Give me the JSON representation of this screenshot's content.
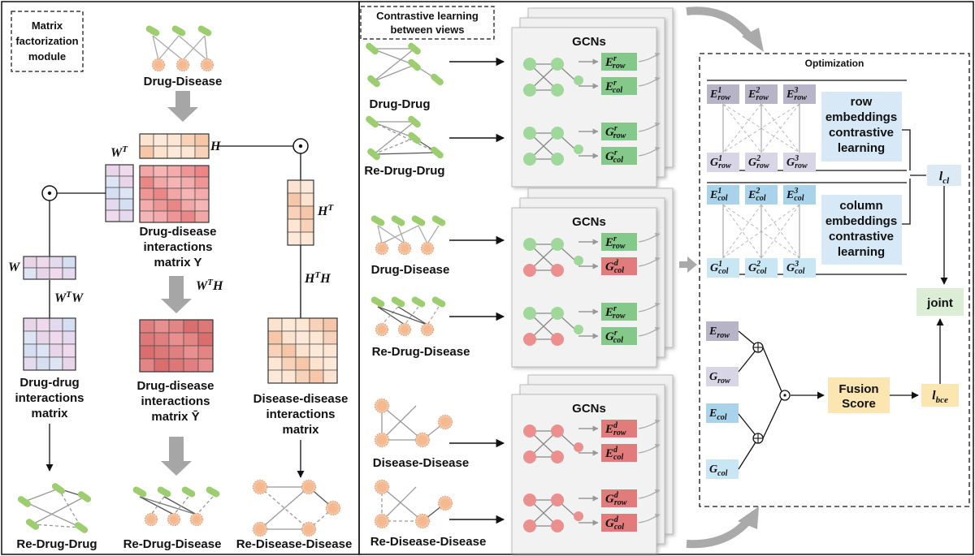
{
  "left_panel": {
    "module_label_line1": "Matrix",
    "module_label_line2": "factorization",
    "module_label_line3": "module",
    "drug_disease_label": "Drug-Disease",
    "h_label": "H",
    "wt_label": "W",
    "wt_sup": "T",
    "w_label": "W",
    "wtw_label": "W",
    "wtw_sup": "T",
    "wtw_tail": "W",
    "ht_label": "H",
    "ht_sup": "T",
    "wth_label": "W",
    "wth_sup": "T",
    "wth_tail": "H",
    "hth_label": "H",
    "hth_sup": "T",
    "hth_tail": "H",
    "y_matrix_line1": "Drug-disease",
    "y_matrix_line2": "interactions",
    "y_matrix_line3": "matrix Y",
    "ybar_line1": "Drug-disease",
    "ybar_line2": "interactions",
    "ybar_line3": "matrix Ȳ",
    "dd_matrix_line1": "Drug-drug",
    "dd_matrix_line2": "interactions",
    "dd_matrix_line3": "matrix",
    "dis_matrix_line1": "Disease-disease",
    "dis_matrix_line2": "interactions",
    "dis_matrix_line3": "matrix",
    "re_drug_drug": "Re-Drug-Drug",
    "re_drug_disease": "Re-Drug-Disease",
    "re_disease_disease": "Re-Disease-Disease"
  },
  "middle_panel": {
    "title_line1": "Contrastive learning",
    "title_line2": "between views",
    "drug_drug": "Drug-Drug",
    "re_drug_drug": "Re-Drug-Drug",
    "drug_disease": "Drug-Disease",
    "re_drug_disease": "Re-Drug-Disease",
    "disease_disease": "Disease-Disease",
    "re_disease_disease": "Re-Disease-Disease",
    "gcns_label": "GCNs",
    "stack1": [
      {
        "base": "E",
        "sup": "r",
        "sub": "row"
      },
      {
        "base": "E",
        "sup": "r",
        "sub": "col"
      },
      {
        "base": "G",
        "sup": "r",
        "sub": "row"
      },
      {
        "base": "G",
        "sup": "r",
        "sub": "col"
      }
    ],
    "stack2": [
      {
        "base": "E",
        "sup": "r",
        "sub": "row"
      },
      {
        "base": "G",
        "sup": "d",
        "sub": "col"
      },
      {
        "base": "E",
        "sup": "r",
        "sub": "row"
      },
      {
        "base": "G",
        "sup": "r",
        "sub": "col"
      }
    ],
    "stack3": [
      {
        "base": "E",
        "sup": "d",
        "sub": "row"
      },
      {
        "base": "E",
        "sup": "d",
        "sub": "col"
      },
      {
        "base": "G",
        "sup": "d",
        "sub": "row"
      },
      {
        "base": "G",
        "sup": "d",
        "sub": "col"
      }
    ]
  },
  "optimization": {
    "title": "Optimization",
    "row_top": [
      {
        "base": "E",
        "sup": "1",
        "sub": "row"
      },
      {
        "base": "E",
        "sup": "2",
        "sub": "row"
      },
      {
        "base": "E",
        "sup": "3",
        "sub": "row"
      }
    ],
    "row_bottom": [
      {
        "base": "G",
        "sup": "1",
        "sub": "row"
      },
      {
        "base": "G",
        "sup": "2",
        "sub": "row"
      },
      {
        "base": "G",
        "sup": "3",
        "sub": "row"
      }
    ],
    "col_top": [
      {
        "base": "E",
        "sup": "1",
        "sub": "col"
      },
      {
        "base": "E",
        "sup": "2",
        "sub": "col"
      },
      {
        "base": "E",
        "sup": "3",
        "sub": "col"
      }
    ],
    "col_bottom": [
      {
        "base": "G",
        "sup": "1",
        "sub": "col"
      },
      {
        "base": "G",
        "sup": "2",
        "sub": "col"
      },
      {
        "base": "G",
        "sup": "3",
        "sub": "col"
      }
    ],
    "row_cl_line1": "row",
    "row_cl_line2": "embeddings",
    "row_cl_line3": "contrastive",
    "row_cl_line4": "learning",
    "col_cl_line1": "column",
    "col_cl_line2": "embeddings",
    "col_cl_line3": "contrastive",
    "col_cl_line4": "learning",
    "lcl_base": "l",
    "lcl_sub": "cl",
    "joint_label": "joint",
    "fusion_line1": "Fusion",
    "fusion_line2": "Score",
    "lbce_base": "l",
    "lbce_sub": "bce",
    "fuse_inputs": [
      {
        "base": "E",
        "sub": "row"
      },
      {
        "base": "G",
        "sub": "row"
      },
      {
        "base": "E",
        "sub": "col"
      },
      {
        "base": "G",
        "sub": "col"
      }
    ],
    "colors": {
      "e_row": "#b8b4c8",
      "g_row": "#d8d6e6",
      "e_col": "#a9d3ea",
      "g_col": "#c9e6f5",
      "green_box": "#84c98a",
      "red_box": "#e27b7b",
      "fusion": "#fbe6b2",
      "joint": "#dcedd6",
      "cl_box": "#d7e9f7",
      "lcl_box": "#dceaf6"
    }
  }
}
